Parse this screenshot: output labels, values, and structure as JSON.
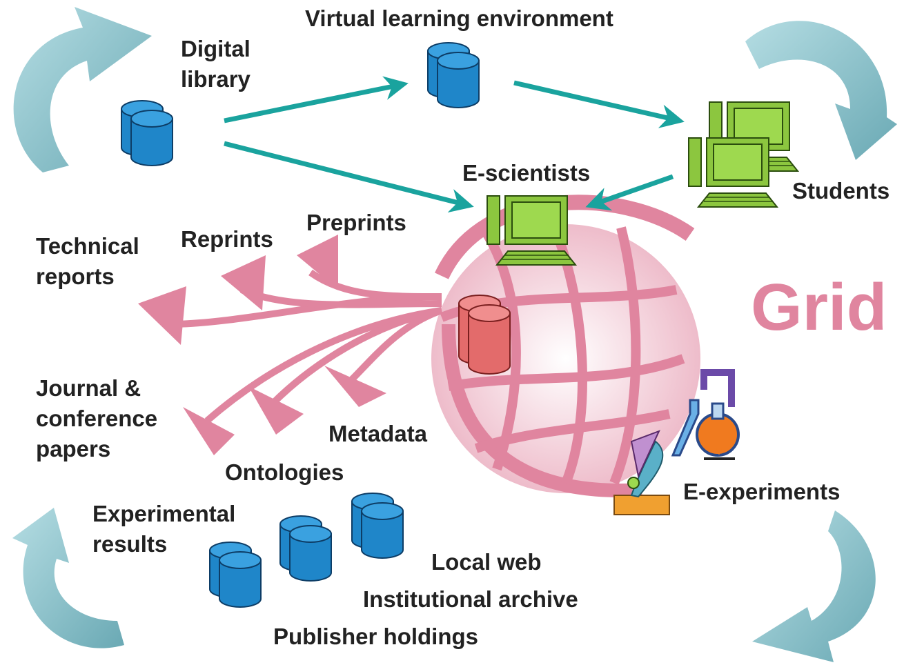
{
  "labels": {
    "digital_library": [
      "Digital",
      "library"
    ],
    "virtual_learning_environment": "Virtual learning environment",
    "students": "Students",
    "e_scientists": "E-scientists",
    "grid": "Grid",
    "technical_reports": [
      "Technical",
      "reports"
    ],
    "reprints": "Reprints",
    "preprints": "Preprints",
    "journal_conference_papers": [
      "Journal &",
      "conference",
      "papers"
    ],
    "metadata": "Metadata",
    "ontologies": "Ontologies",
    "e_experiments": "E-experiments",
    "experimental_results": [
      "Experimental",
      "results"
    ],
    "local_web": "Local web",
    "institutional_archive": "Institutional archive",
    "publisher_holdings": "Publisher holdings"
  },
  "colors": {
    "database_blue": "#1f86c9",
    "database_red": "#e36b6b",
    "arrow_teal": "#1aa39e",
    "pink": "#e0859f",
    "computer_green": "#8cc63f",
    "cycle_blue": "#8fc6cf"
  }
}
